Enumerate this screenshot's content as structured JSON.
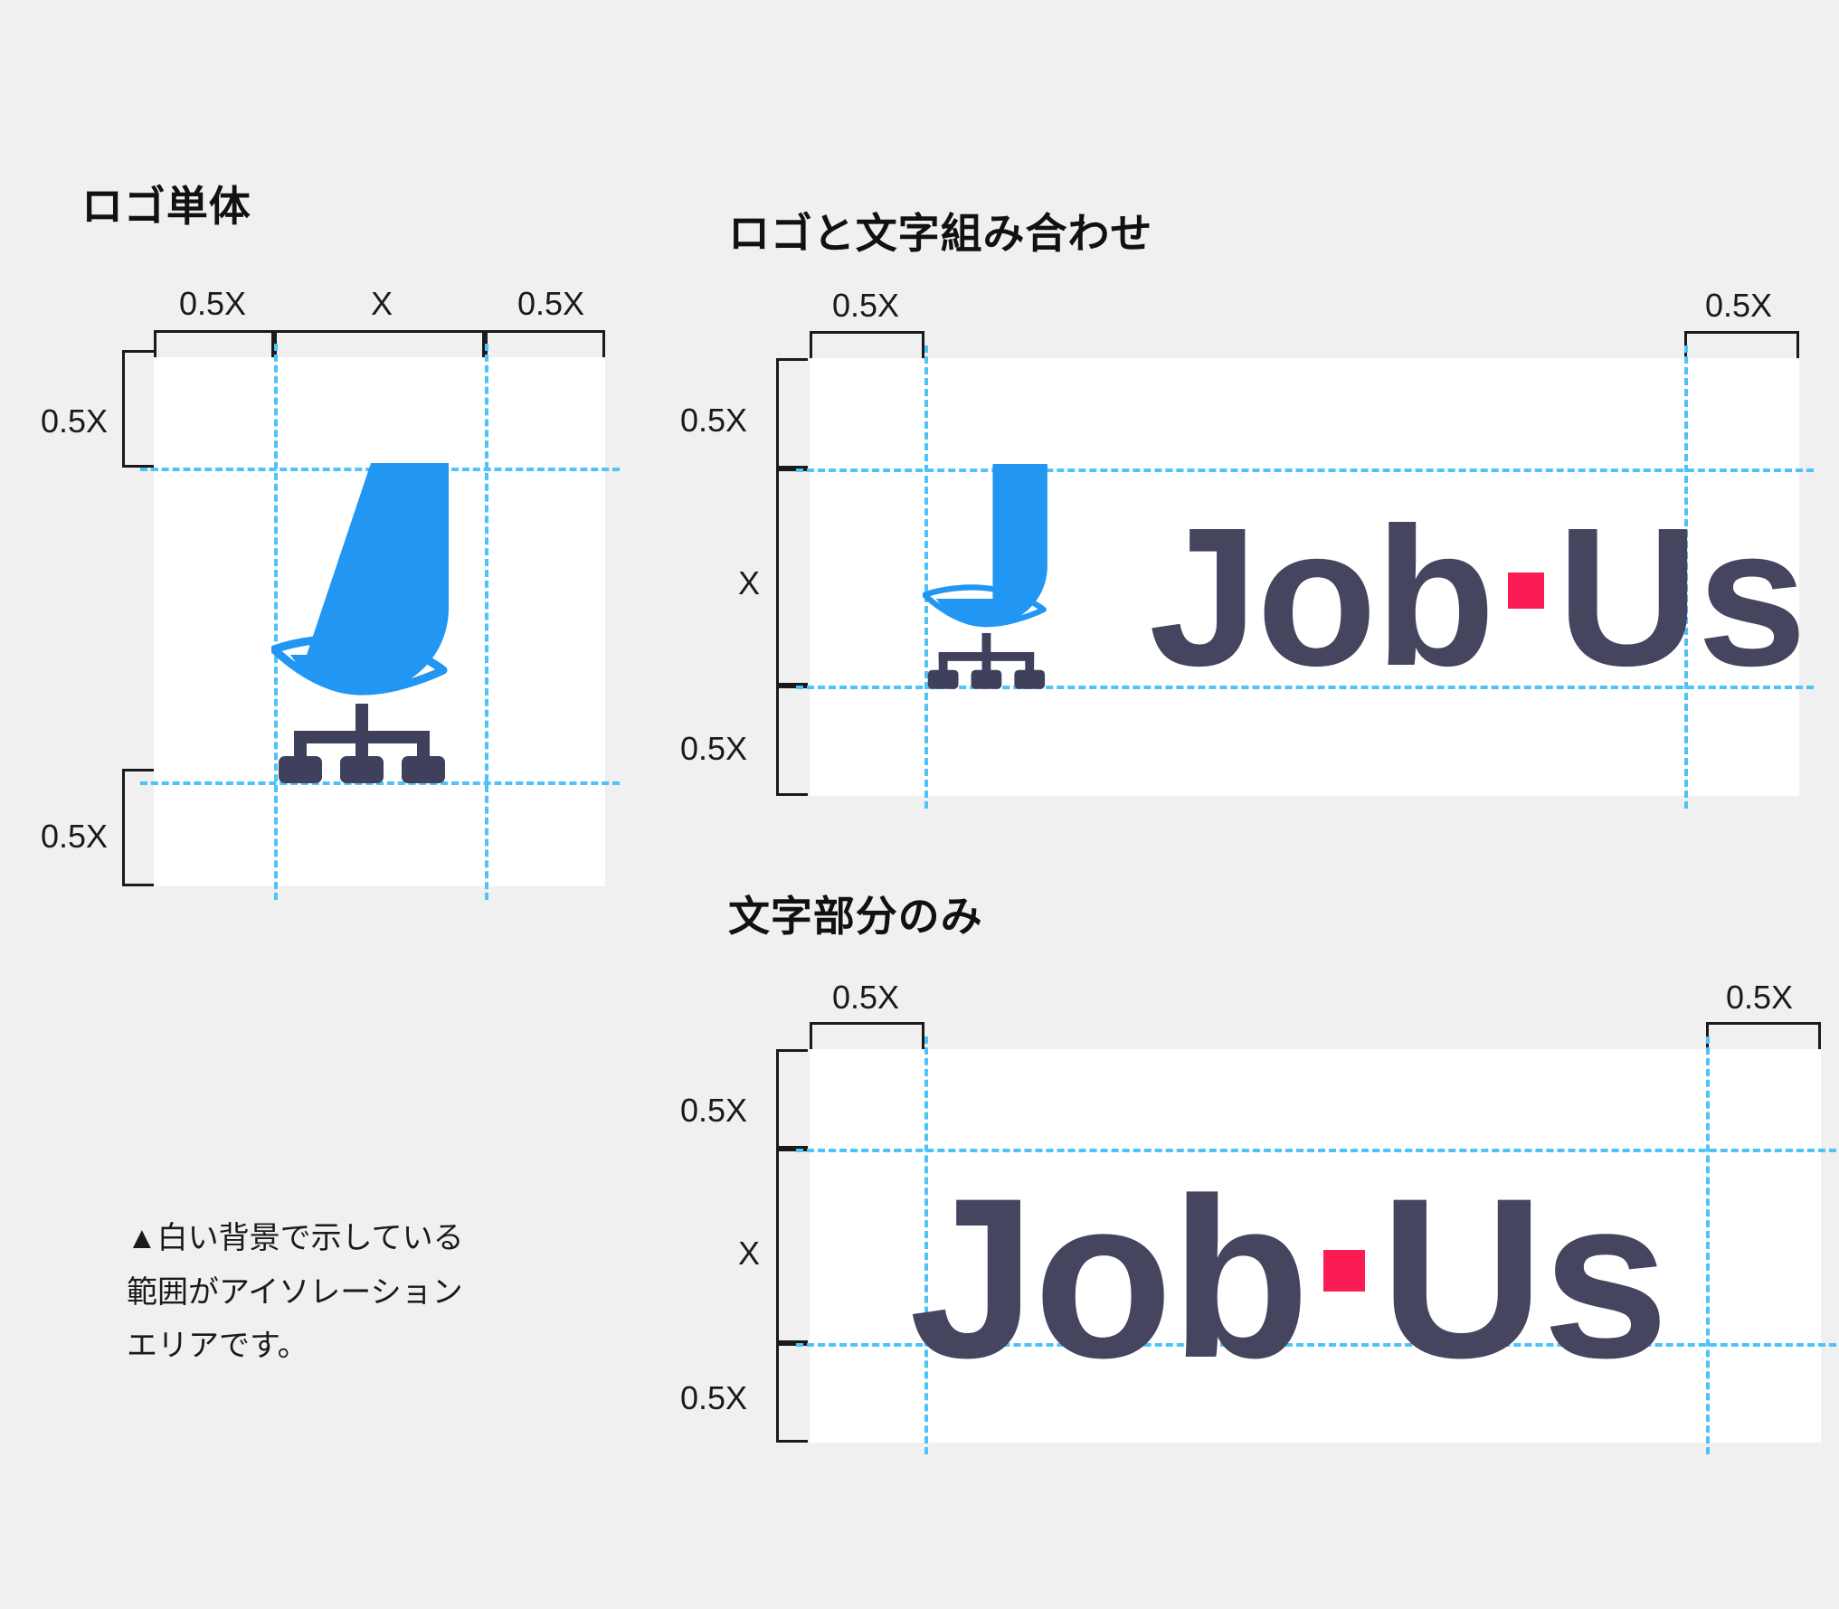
{
  "colors": {
    "background": "#f0f0f0",
    "isolation_area": "#ffffff",
    "guide_line": "#4ec3f7",
    "logo_blue": "#2196f3",
    "wordmark_navy": "#454560",
    "accent_pink": "#fc1c54",
    "bracket": "#1a1a1a"
  },
  "sections": {
    "logo_only": {
      "title": "ロゴ単体",
      "measurements": {
        "top_left": "0.5X",
        "top_center": "X",
        "top_right": "0.5X",
        "left_top": "0.5X",
        "left_bottom": "0.5X"
      }
    },
    "logo_with_text": {
      "title": "ロゴと文字組み合わせ",
      "measurements": {
        "top_left": "0.5X",
        "top_right": "0.5X",
        "left_top": "0.5X",
        "left_middle": "X",
        "left_bottom": "0.5X"
      },
      "wordmark": {
        "before_dot": "Job",
        "dot": "·",
        "after_dot": "Us",
        "full": "Job·Us"
      }
    },
    "text_only": {
      "title": "文字部分のみ",
      "measurements": {
        "top_left": "0.5X",
        "top_right": "0.5X",
        "left_top": "0.5X",
        "left_middle": "X",
        "left_bottom": "0.5X"
      },
      "wordmark": {
        "before_dot": "Job",
        "dot": "·",
        "after_dot": "Us",
        "full": "Job·Us"
      }
    }
  },
  "note": {
    "line1": "▲白い背景で示している",
    "line2": "範囲がアイソレーション",
    "line3": "エリアです。",
    "full": "▲白い背景で示している範囲がアイソレーションエリアです。"
  },
  "icons": {
    "j_mark": "letter-j-hook-mark",
    "org_chart": "org-chart-hierarchy-icon",
    "triangle_bullet": "triangle-up-bullet"
  }
}
